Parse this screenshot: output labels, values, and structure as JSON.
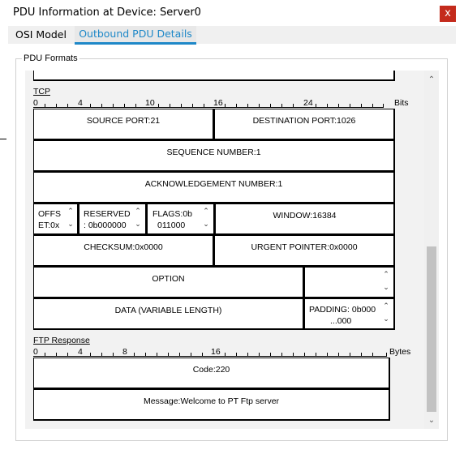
{
  "window": {
    "title": "PDU Information at Device: Server0",
    "close_glyph": "x"
  },
  "tabs": [
    {
      "label": "OSI Model",
      "active": false
    },
    {
      "label": "Outbound PDU Details",
      "active": true
    }
  ],
  "group": {
    "label": "PDU Formats"
  },
  "tcp": {
    "header": "TCP",
    "ruler": {
      "labels": [
        "0",
        "4",
        "10",
        "16",
        "24"
      ],
      "unit": "Bits"
    },
    "source_port": "SOURCE PORT:21",
    "destination_port": "DESTINATION PORT:1026",
    "sequence_number": "SEQUENCE NUMBER:1",
    "ack_number": "ACKNOWLEDGEMENT NUMBER:1",
    "offset": {
      "line1": "OFFS",
      "line2": "ET:0x"
    },
    "reserved": {
      "line1": "RESERVED",
      "line2": ": 0b000000"
    },
    "flags": {
      "line1": "FLAGS:0b",
      "line2": "011000"
    },
    "window": "WINDOW:16384",
    "checksum": "CHECKSUM:0x0000",
    "urgent_pointer": "URGENT POINTER:0x0000",
    "option": "OPTION",
    "data": "DATA (VARIABLE LENGTH)",
    "padding": {
      "line1": "PADDING: 0b000",
      "line2": "...000"
    }
  },
  "ftp": {
    "header": "FTP Response",
    "ruler": {
      "labels": [
        "0",
        "4",
        "8",
        "16"
      ],
      "unit": "Bytes"
    },
    "code": "Code:220",
    "message": "Message:Welcome to PT Ftp server"
  },
  "icons": {
    "spin_up": "chevron-up-icon",
    "spin_down": "chevron-down-icon"
  }
}
